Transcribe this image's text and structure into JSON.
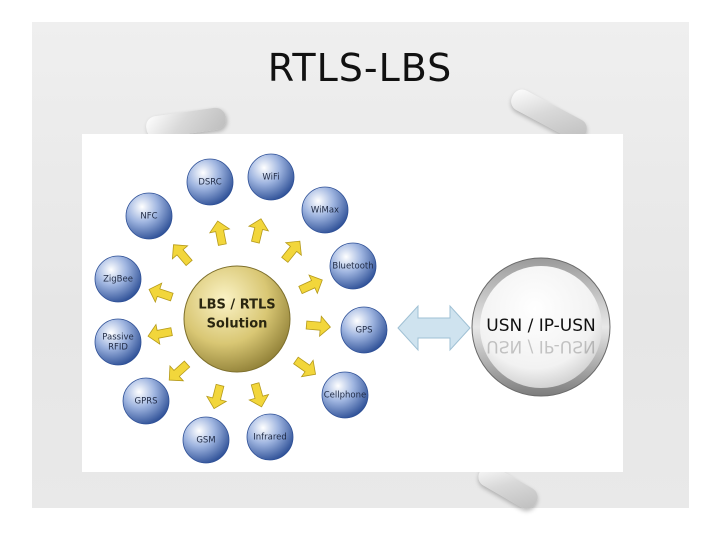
{
  "slide": {
    "title": "RTLS-LBS"
  },
  "diagram": {
    "hub": {
      "line1": "LBS / RTLS",
      "line2": "Solution"
    },
    "target": {
      "label": "USN / IP-USN"
    },
    "technologies": [
      {
        "id": "dsrc",
        "lines": [
          "DSRC"
        ]
      },
      {
        "id": "wifi",
        "lines": [
          "WiFi"
        ]
      },
      {
        "id": "wimax",
        "lines": [
          "WiMax"
        ]
      },
      {
        "id": "bluetooth",
        "lines": [
          "Bluetooth"
        ]
      },
      {
        "id": "gps",
        "lines": [
          "GPS"
        ]
      },
      {
        "id": "cellphone",
        "lines": [
          "Cellphone"
        ]
      },
      {
        "id": "infrared",
        "lines": [
          "Infrared"
        ]
      },
      {
        "id": "gsm",
        "lines": [
          "GSM"
        ]
      },
      {
        "id": "gprs",
        "lines": [
          "GPRS"
        ]
      },
      {
        "id": "passive",
        "lines": [
          "Passive",
          "RFID"
        ]
      },
      {
        "id": "zigbee",
        "lines": [
          "ZigBee"
        ]
      },
      {
        "id": "nfc",
        "lines": [
          "NFC"
        ]
      }
    ],
    "colors": {
      "node_light": "#ffffff",
      "node_mid": "#8fa7d6",
      "node_dark": "#2d4f96",
      "hub_light": "#fbf3c6",
      "hub_mid": "#d9c774",
      "hub_dark": "#8a7a32",
      "arrow_fill": "#f2d63b",
      "arrow_stroke": "#b59a1a",
      "link_fill": "#cfe3ef",
      "target_rim": "#6a6a6a"
    }
  }
}
